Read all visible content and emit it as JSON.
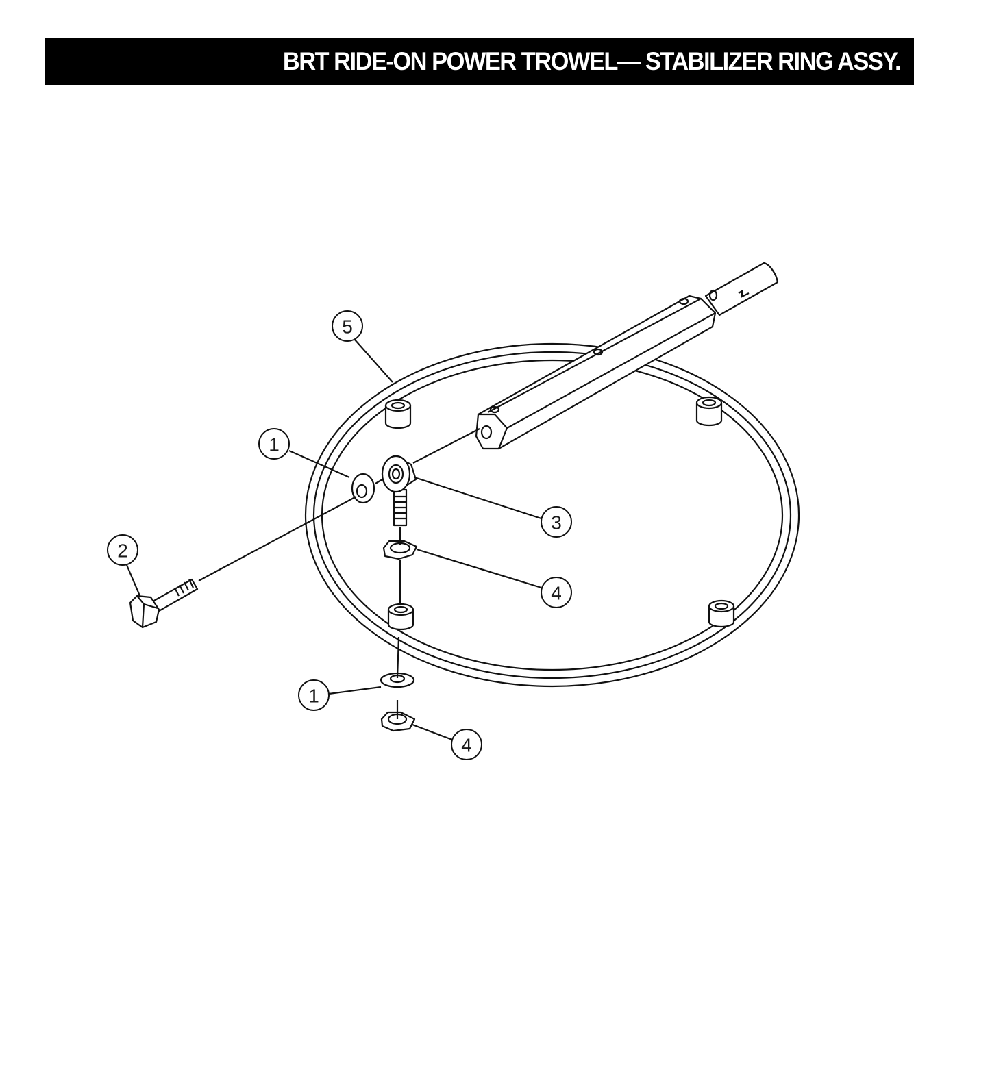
{
  "header": {
    "title": "BRT RIDE-ON POWER TROWEL— STABILIZER RING ASSY."
  },
  "diagram": {
    "description": "Exploded view of stabilizer ring assembly",
    "callouts": [
      {
        "id": "callout-5",
        "label": "5",
        "part": "stabilizer ring"
      },
      {
        "id": "callout-1a",
        "label": "1",
        "part": "washer (upper)"
      },
      {
        "id": "callout-3",
        "label": "3",
        "part": "rod end"
      },
      {
        "id": "callout-2",
        "label": "2",
        "part": "hex bolt"
      },
      {
        "id": "callout-4a",
        "label": "4",
        "part": "hex nut (upper)"
      },
      {
        "id": "callout-1b",
        "label": "1",
        "part": "washer (lower)"
      },
      {
        "id": "callout-4b",
        "label": "4",
        "part": "hex nut (lower)"
      }
    ]
  },
  "colors": {
    "title_bg": "#000000",
    "title_fg": "#ffffff",
    "line": "#111111"
  }
}
